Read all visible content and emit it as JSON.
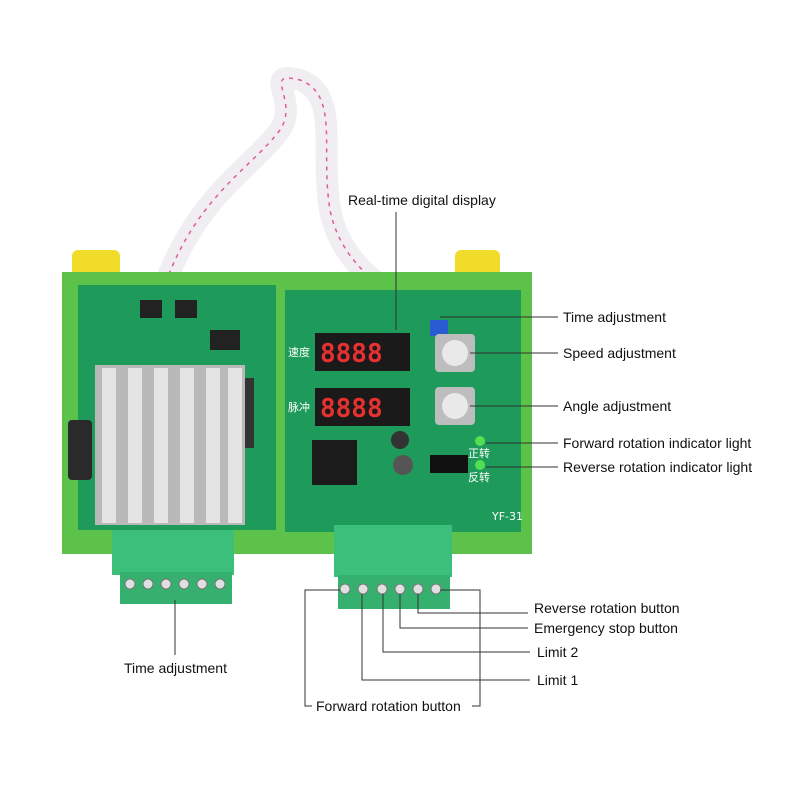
{
  "board": {
    "model": "YF-31",
    "speed_silk": "速度",
    "pulse_silk": "脉冲",
    "forward_silk": "正转",
    "reverse_silk": "反转",
    "display_top": "8888",
    "display_bottom": "8888",
    "colors": {
      "pcb": "#1e9a5a",
      "rail": "#5cc24a",
      "clip": "#f2dc2a",
      "terminal": "#3cbf7a",
      "led": "#52e052",
      "segment": "#e83030"
    }
  },
  "annotations": {
    "display": "Real-time digital display",
    "time_adjustment_top": "Time adjustment",
    "speed_adjustment": "Speed adjustment",
    "angle_adjustment": "Angle adjustment",
    "forward_light": "Forward rotation indicator light",
    "reverse_light": "Reverse rotation indicator light",
    "reverse_button": "Reverse rotation button",
    "emergency_stop": "Emergency stop button",
    "limit2": "Limit 2",
    "limit1": "Limit 1",
    "forward_button": "Forward rotation button",
    "time_adjustment_bottom": "Time adjustment"
  }
}
